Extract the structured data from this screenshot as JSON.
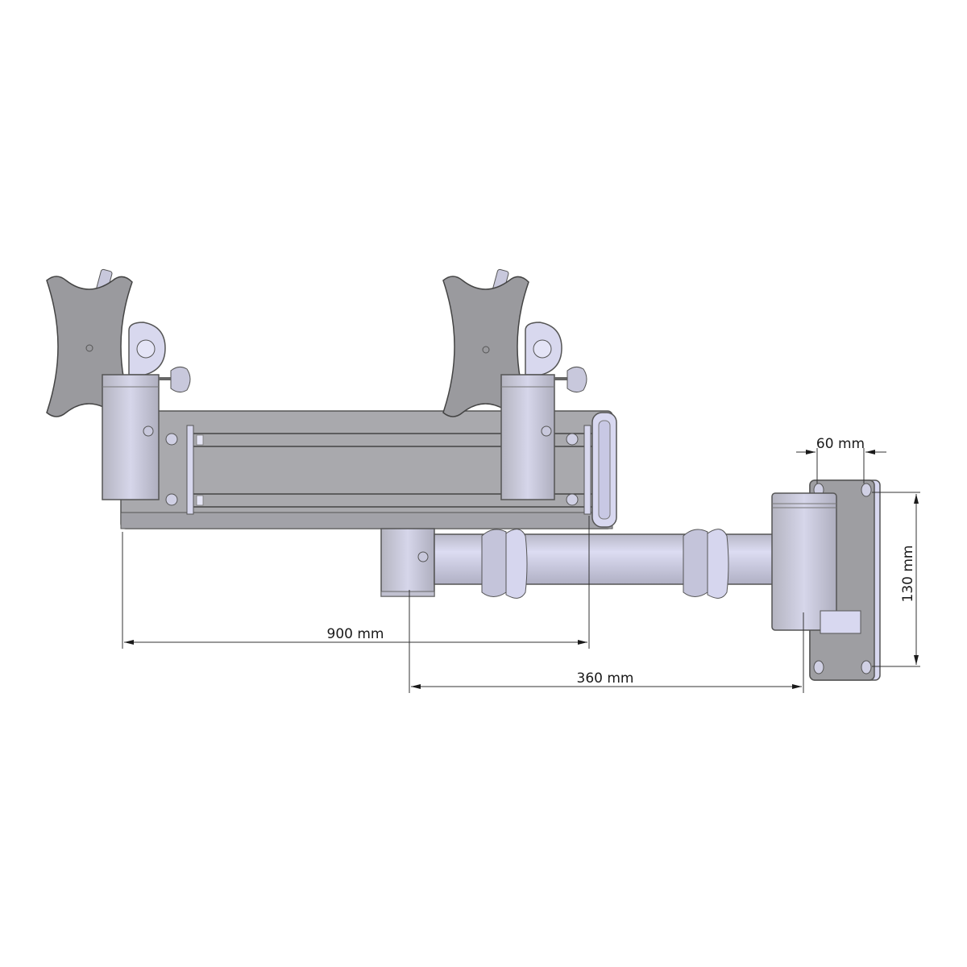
{
  "diagram": {
    "subject": "Dual monitor wall mount arm",
    "colors": {
      "background": "#ffffff",
      "metal_gray": "#a9a9ad",
      "metal_light": "#c8c8d8",
      "lavender_highlight": "#d8d8f0",
      "outline": "#555555",
      "dimension_line": "#1a1a1a"
    },
    "components": [
      {
        "id": "vesa-plate-left",
        "label": "VESA plate (left)"
      },
      {
        "id": "vesa-plate-right",
        "label": "VESA plate (right)"
      },
      {
        "id": "tilt-joint-left",
        "label": "Tilt joint with knob (left)"
      },
      {
        "id": "tilt-joint-right",
        "label": "Tilt joint with knob (right)"
      },
      {
        "id": "crossbar",
        "label": "Horizontal crossbar profile"
      },
      {
        "id": "support-arm",
        "label": "Support arm tube with cable clips"
      },
      {
        "id": "wall-plate",
        "label": "Wall mounting plate"
      }
    ],
    "dimensions": {
      "crossbar_length": "900 mm",
      "arm_length": "360 mm",
      "wall_plate_width": "60 mm",
      "wall_plate_height": "130 mm"
    }
  }
}
